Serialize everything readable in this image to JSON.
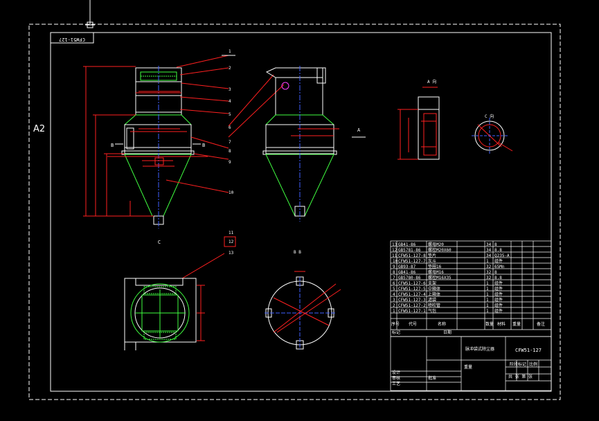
{
  "sheet": {
    "size_label": "A2",
    "drawing_no_rotated": "CFW51-127"
  },
  "views": {
    "view_a_marker": "A",
    "section_a_label": "A 向",
    "section_c_label": "C 向",
    "bottom_left_label": "C",
    "bottom_right_label": "B  B",
    "b_left": "B",
    "b_right": "B"
  },
  "leaders": [
    "1",
    "2",
    "3",
    "4",
    "5",
    "6",
    "7",
    "8",
    "9",
    "10",
    "11",
    "12",
    "13"
  ],
  "bom": {
    "rows": [
      {
        "no": "13",
        "code": "GB41-86",
        "name": "螺母",
        "spec": "M20",
        "qty": "34",
        "mat": "8"
      },
      {
        "no": "12",
        "code": "GB5781-86",
        "name": "螺栓",
        "spec": "M20X60",
        "qty": "34",
        "mat": "8.8"
      },
      {
        "no": "11",
        "code": "CFW51-127-8",
        "name": "垫片",
        "spec": "",
        "qty": "34",
        "mat": "Q235-A"
      },
      {
        "no": "10",
        "code": "CFW51-127-7",
        "name": "灰斗",
        "spec": "",
        "qty": "1",
        "mat": "组件"
      },
      {
        "no": "9",
        "code": "GB93-87",
        "name": "垫圈",
        "spec": "16",
        "qty": "32",
        "mat": "65Mn"
      },
      {
        "no": "8",
        "code": "GB41-86",
        "name": "螺母",
        "spec": "M16",
        "qty": "32",
        "mat": "8"
      },
      {
        "no": "7",
        "code": "GB5780-86",
        "name": "螺栓",
        "spec": "M16X35",
        "qty": "32",
        "mat": "8.8"
      },
      {
        "no": "6",
        "code": "CFW51-127-6",
        "name": "支架",
        "spec": "",
        "qty": "1",
        "mat": "组件"
      },
      {
        "no": "5",
        "code": "CFW51-127-5",
        "name": "中箱体",
        "spec": "",
        "qty": "1",
        "mat": "组件"
      },
      {
        "no": "4",
        "code": "CFW51-127-4",
        "name": "上箱体",
        "spec": "",
        "qty": "1",
        "mat": "组件"
      },
      {
        "no": "3",
        "code": "CFW51-127-3",
        "name": "滤袋",
        "spec": "",
        "qty": "1",
        "mat": "组件"
      },
      {
        "no": "2",
        "code": "CFW51-127-2",
        "name": "喷吹管",
        "spec": "",
        "qty": "1",
        "mat": "组件"
      },
      {
        "no": "1",
        "code": "CFW51-127-1",
        "name": "气包",
        "spec": "",
        "qty": "1",
        "mat": "组件"
      }
    ],
    "header": {
      "no": "序号",
      "code": "代号",
      "name": "名称",
      "qty": "数量",
      "mat": "材料",
      "weight": "重量",
      "note": "备注"
    }
  },
  "title_block": {
    "title": "脉冲袋式除尘器",
    "drawing_no": "CFW51-127",
    "stage_label": "阶段标记",
    "weight_label": "重量",
    "scale_label": "比例",
    "sheet_label": "共 张 第 张",
    "design": "设计",
    "check": "审核",
    "process": "工艺",
    "approve": "批准",
    "marking": "标记",
    "date": "日期"
  },
  "colors": {
    "line": "#ffffff",
    "green": "#40ff40",
    "red": "#ff2020",
    "blue": "#4060ff",
    "yellow": "#ffff40",
    "cyan": "#40ffff",
    "magenta": "#ff40ff"
  }
}
